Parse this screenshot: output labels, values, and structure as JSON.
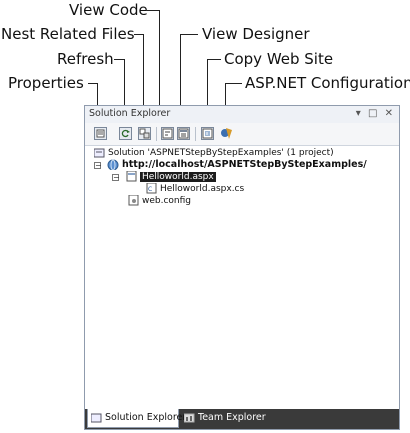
{
  "callouts": {
    "view_code": "View Code",
    "nest_related_files": "Nest Related Files",
    "view_designer": "View Designer",
    "refresh": "Refresh",
    "copy_web_site": "Copy Web Site",
    "properties": "Properties",
    "aspnet_configuration": "ASP.NET Configuration"
  },
  "window": {
    "title": "Solution Explorer",
    "controls": "▾ □ ✕"
  },
  "toolbar": {
    "buttons": [
      {
        "name": "properties",
        "icon": "properties-icon"
      },
      {
        "name": "refresh",
        "icon": "refresh-icon"
      },
      {
        "name": "nest-related-files",
        "icon": "nest-files-icon"
      },
      {
        "name": "view-code",
        "icon": "view-code-icon"
      },
      {
        "name": "view-designer",
        "icon": "view-designer-icon"
      },
      {
        "name": "copy-web-site",
        "icon": "copy-web-site-icon"
      },
      {
        "name": "aspnet-configuration",
        "icon": "aspnet-config-icon"
      }
    ]
  },
  "tree": {
    "solution": "Solution 'ASPNETStepByStepExamples' (1 project)",
    "project": "http://localhost/ASPNETStepByStepExamples/",
    "page_file": "Helloworld.aspx",
    "code_file": "Helloworld.aspx.cs",
    "config_file": "web.config",
    "expander_symbol": "−"
  },
  "tabs": {
    "solution_explorer": "Solution Explorer",
    "team_explorer": "Team Explorer"
  }
}
